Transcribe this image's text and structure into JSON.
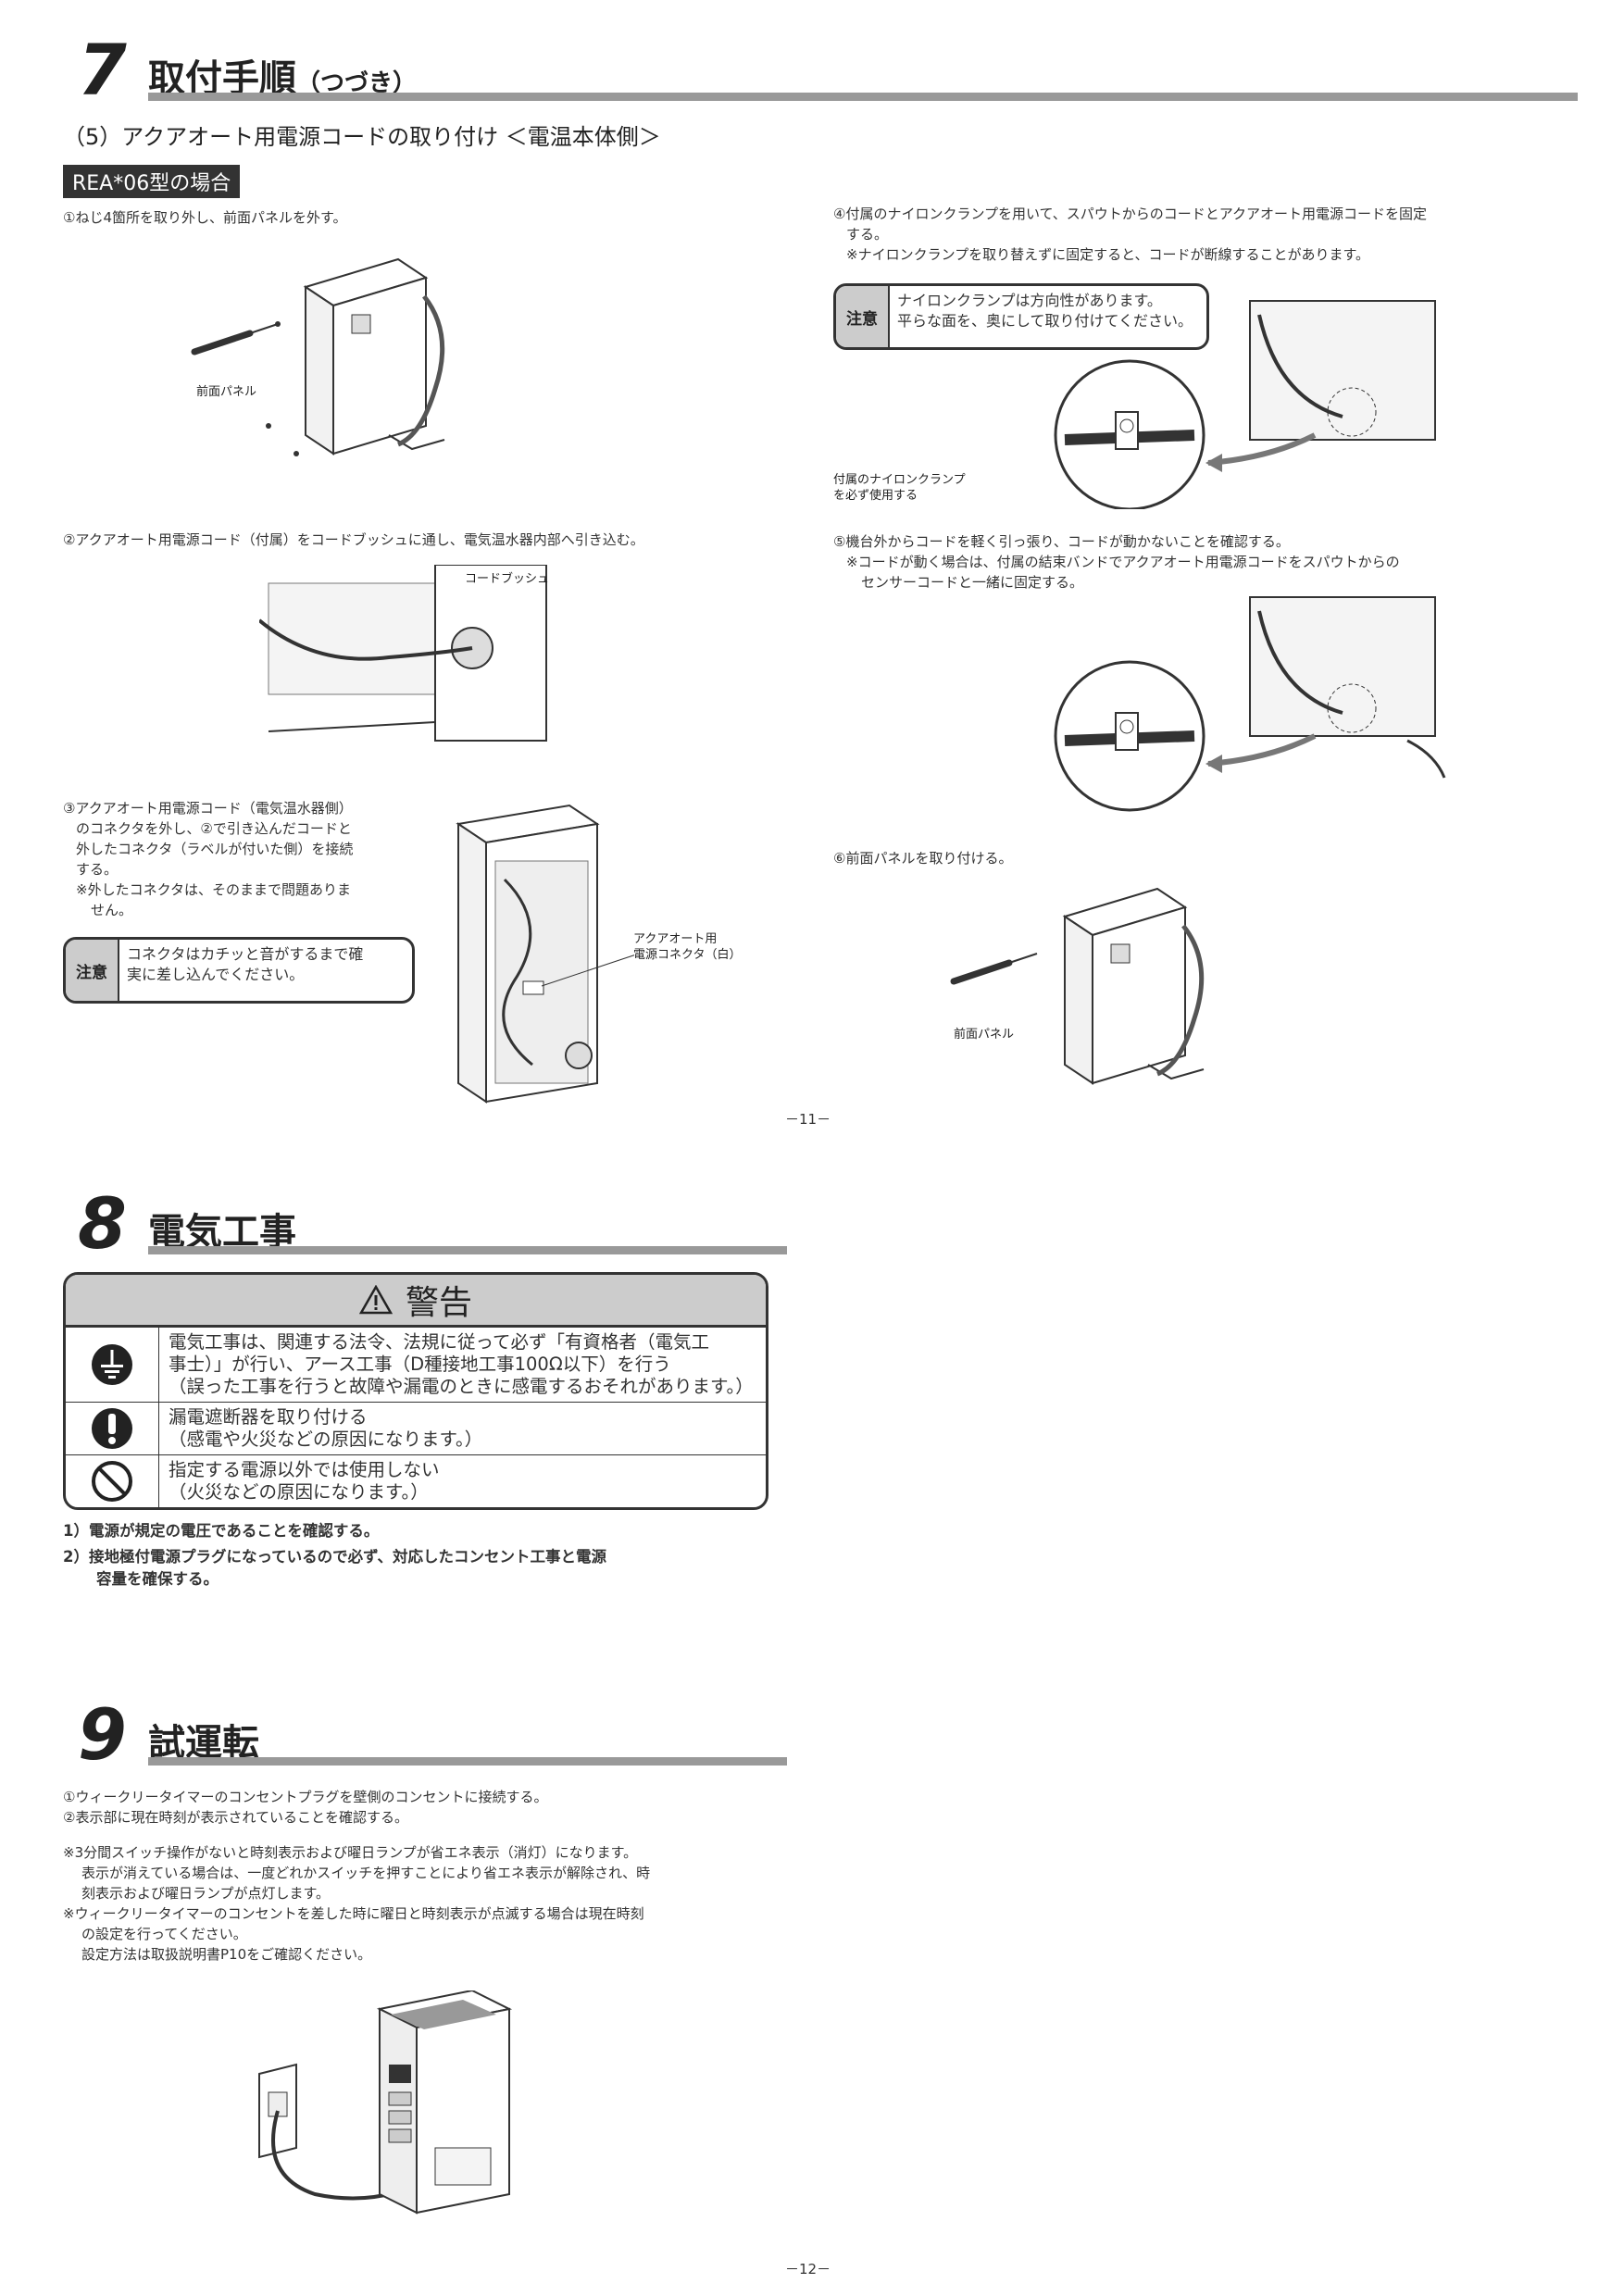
{
  "sec7": {
    "num": "7",
    "title": "取付手順",
    "sub": "（つづき）"
  },
  "sub5": "（5）アクアオート用電源コードの取り付け ＜電温本体側＞",
  "badge": "REA*06型の場合",
  "steps_left": {
    "s1": "①ねじ4箇所を取り外し、前面パネルを外す。",
    "s1_label": "前面パネル",
    "s2": "②アクアオート用電源コード（付属）をコードブッシュに通し、電気温水器内部へ引き込む。",
    "s2_label": "コードブッシュ",
    "s3_l1": "③アクアオート用電源コード（電気温水器側）",
    "s3_l2": "のコネクタを外し、②で引き込んだコードと",
    "s3_l3": "外したコネクタ（ラベルが付いた側）を接続",
    "s3_l4": "する。",
    "s3_note1": "※外したコネクタは、そのままで問題ありま",
    "s3_note2": "せん。",
    "s3_caution_label": "注意",
    "s3_caution1": "コネクタはカチッと音がするまで確",
    "s3_caution2": "実に差し込んでください。",
    "s3_fig1": "アクアオート用",
    "s3_fig2": "電源コネクタ（白）"
  },
  "steps_right": {
    "s4_l1": "④付属のナイロンクランプを用いて、スパウトからのコードとアクアオート用電源コードを固定",
    "s4_l2": "する。",
    "s4_note": "※ナイロンクランプを取り替えずに固定すると、コードが断線することがあります。",
    "s4_caution_label": "注意",
    "s4_caution1": "ナイロンクランプは方向性があります。",
    "s4_caution2": "平らな面を、奥にして取り付けてください。",
    "s4_fig1": "付属のナイロンクランプ",
    "s4_fig2": "を必ず使用する",
    "s5_l1": "⑤機台外からコードを軽く引っ張り、コードが動かないことを確認する。",
    "s5_note1": "※コードが動く場合は、付属の結束バンドでアクアオート用電源コードをスパウトからの",
    "s5_note2": "センサーコードと一緒に固定する。",
    "s6": "⑥前面パネルを取り付ける。",
    "s6_label": "前面パネル"
  },
  "page11": "－11－",
  "sec8": {
    "num": "8",
    "title": "電気工事"
  },
  "warning": {
    "title": "警告",
    "rows": [
      {
        "icon": "ground-icon",
        "l1": "電気工事は、関連する法令、法規に従って必ず「有資格者（電気工",
        "l2": "事士）」が行い、アース工事（D種接地工事100Ω以下）を行う",
        "l3": "（誤った工事を行うと故障や漏電のときに感電するおそれがあります。）"
      },
      {
        "icon": "mandatory-icon",
        "l1": "漏電遮断器を取り付ける",
        "l2": "（感電や火災などの原因になります。）",
        "l3": ""
      },
      {
        "icon": "prohibited-icon",
        "l1": "指定する電源以外では使用しない",
        "l2": "（火災などの原因になります。）",
        "l3": ""
      }
    ]
  },
  "elec_items": {
    "i1": "1）電源が規定の電圧であることを確認する。",
    "i2_l1": "2）接地極付電源プラグになっているので必ず、対応したコンセント工事と電源",
    "i2_l2": "容量を確保する。"
  },
  "sec9": {
    "num": "9",
    "title": "試運転"
  },
  "trial": {
    "t1": "①ウィークリータイマーのコンセントプラグを壁側のコンセントに接続する。",
    "t2": "②表示部に現在時刻が表示されていることを確認する。",
    "n1": "※3分間スイッチ操作がないと時刻表示および曜日ランプが省エネ表示（消灯）になります。",
    "n2": "表示が消えている場合は、一度どれかスイッチを押すことにより省エネ表示が解除され、時",
    "n3": "刻表示および曜日ランプが点灯します。",
    "n4": "※ウィークリータイマーのコンセントを差した時に曜日と時刻表示が点滅する場合は現在時刻",
    "n5": "の設定を行ってください。",
    "n6": "設定方法は取扱説明書P10をご確認ください。"
  },
  "page12": "－12－"
}
